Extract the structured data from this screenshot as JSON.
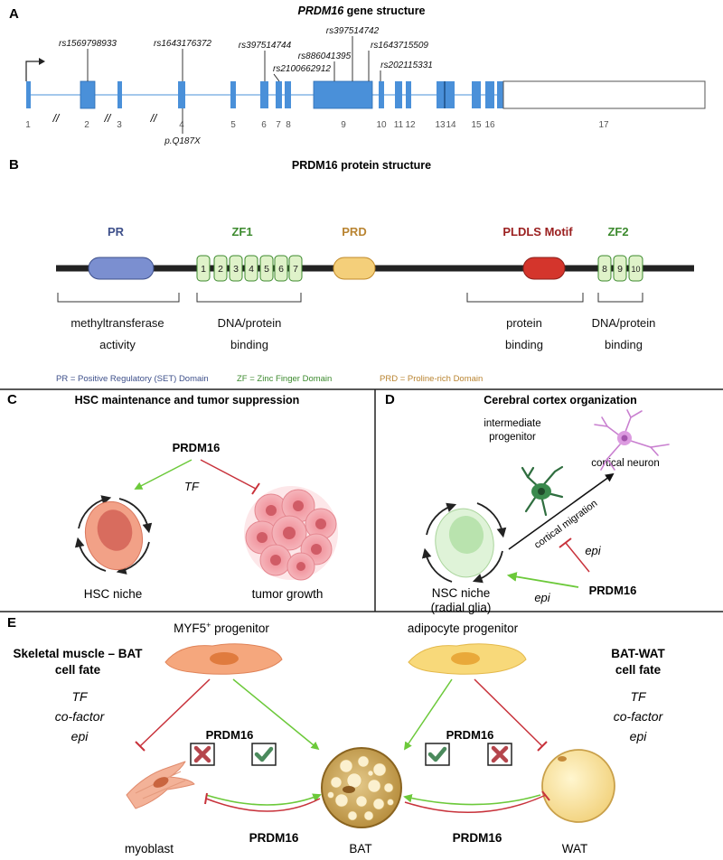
{
  "panels": {
    "a": {
      "letter": "A",
      "title_gene": "PRDM16",
      "title_rest": " gene structure",
      "snps": [
        "rs1569798933",
        "rs1643176372",
        "rs397514744",
        "rs2100662912",
        "rs886041395",
        "rs397514742",
        "rs1643715509",
        "rs202115331"
      ],
      "mutation": "p.Q187X",
      "exon_numbers": [
        "1",
        "2",
        "3",
        "4",
        "5",
        "6",
        "7",
        "8",
        "9",
        "10",
        "11",
        "12",
        "13",
        "14",
        "15",
        "16",
        "17"
      ],
      "break_mark": "//"
    },
    "b": {
      "letter": "B",
      "title": "PRDM16 protein structure",
      "domains": {
        "pr": "PR",
        "zf1": "ZF1",
        "prd": "PRD",
        "pldls": "PLDLS Motif",
        "zf2": "ZF2"
      },
      "zinc_fingers": [
        "1",
        "2",
        "3",
        "4",
        "5",
        "6",
        "7",
        "8",
        "9",
        "10"
      ],
      "functions": {
        "pr_line1": "methyltransferase",
        "pr_line2": "activity",
        "zf1_line1": "DNA/protein",
        "zf1_line2": "binding",
        "pldls_line1": "protein",
        "pldls_line2": "binding",
        "zf2_line1": "DNA/protein",
        "zf2_line2": "binding"
      },
      "legend": {
        "pr": "PR = Positive Regulatory (SET) Domain",
        "zf": "ZF = Zinc Finger Domain",
        "prd": "PRD = Proline-rich Domain"
      }
    },
    "c": {
      "letter": "C",
      "title": "HSC maintenance and tumor suppression",
      "prdm16": "PRDM16",
      "tf": "TF",
      "hsc_niche": "HSC niche",
      "tumor": "tumor growth"
    },
    "d": {
      "letter": "D",
      "title": "Cerebral cortex organization",
      "intermediate_line1": "intermediate",
      "intermediate_line2": "progenitor",
      "cortical_neuron": "cortical neuron",
      "migration": "cortical migration",
      "epi_top": "epi",
      "prdm16": "PRDM16",
      "epi_bottom": "epi",
      "nsc_line1": "NSC niche",
      "nsc_line2": "(radial glia)"
    },
    "e": {
      "letter": "E",
      "myf5_main": "MYF5",
      "myf5_sup": "+",
      "myf5_rest": " progenitor",
      "adipocyte_progenitor": "adipocyte progenitor",
      "left_title_line1": "Skeletal muscle – BAT",
      "left_title_line2": "cell fate",
      "right_title_line1": "BAT-WAT",
      "right_title_line2": "cell fate",
      "left_mech": [
        "TF",
        "co-factor",
        "epi"
      ],
      "right_mech": [
        "TF",
        "co-factor",
        "epi"
      ],
      "prdm16_left": "PRDM16",
      "prdm16_right": "PRDM16",
      "prdm16_bottom_left": "PRDM16",
      "prdm16_bottom_right": "PRDM16",
      "myoblast": "myoblast",
      "bat": "BAT",
      "wat": "WAT"
    }
  },
  "colors": {
    "exon": "#4a90d9",
    "exon_edge": "#2c6db3",
    "pr_domain": "#7b8fd0",
    "pr_text": "#3d4f8a",
    "zf_fill": "#dff2c9",
    "zf_edge": "#3c8a2e",
    "zf_text": "#3c8a2e",
    "prd_fill": "#f4cf7a",
    "prd_text": "#b98431",
    "pldls_fill": "#d4352c",
    "pldls_text": "#9b2020",
    "activate": "#6cc93a",
    "inhibit": "#c8323b",
    "check_fill": "#4b8a5c",
    "cross_fill": "#b5454c"
  }
}
